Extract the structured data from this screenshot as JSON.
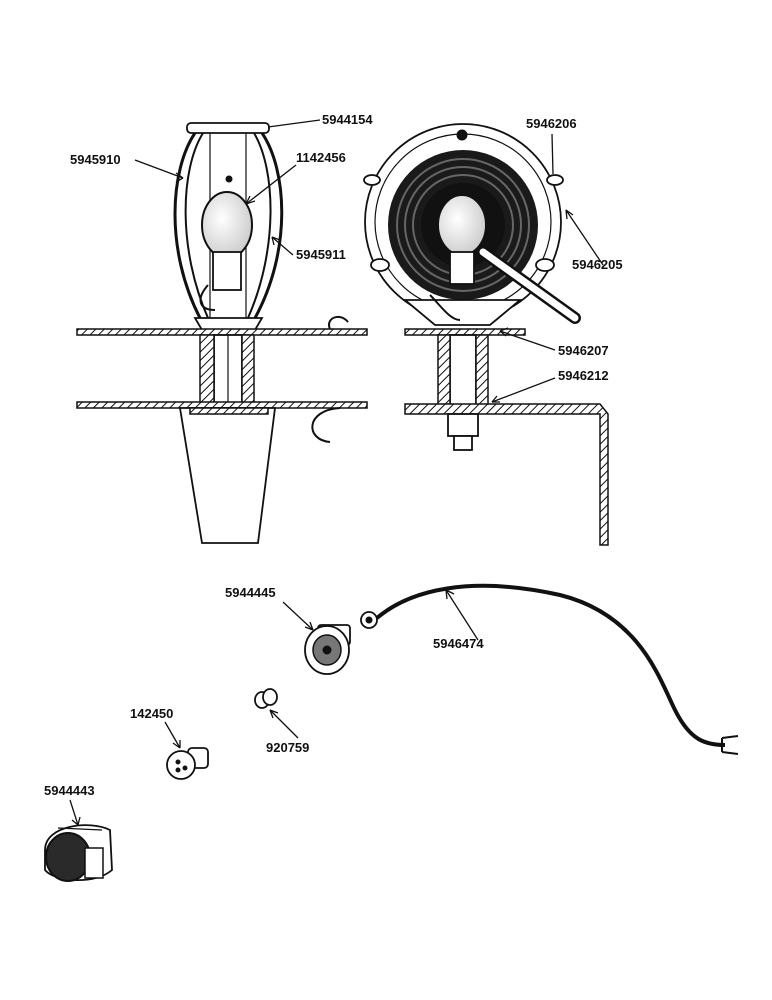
{
  "diagram": {
    "part_numbers": {
      "p5944154": "5944154",
      "p1142456": "1142456",
      "p5945910": "5945910",
      "p5945911": "5945911",
      "p5946206": "5946206",
      "p5946205": "5946205",
      "p5946207": "5946207",
      "p5946212": "5946212",
      "p5944445": "5944445",
      "p5946474": "5946474",
      "p142450": "142450",
      "p920759": "920759",
      "p5944443": "5944443"
    }
  }
}
